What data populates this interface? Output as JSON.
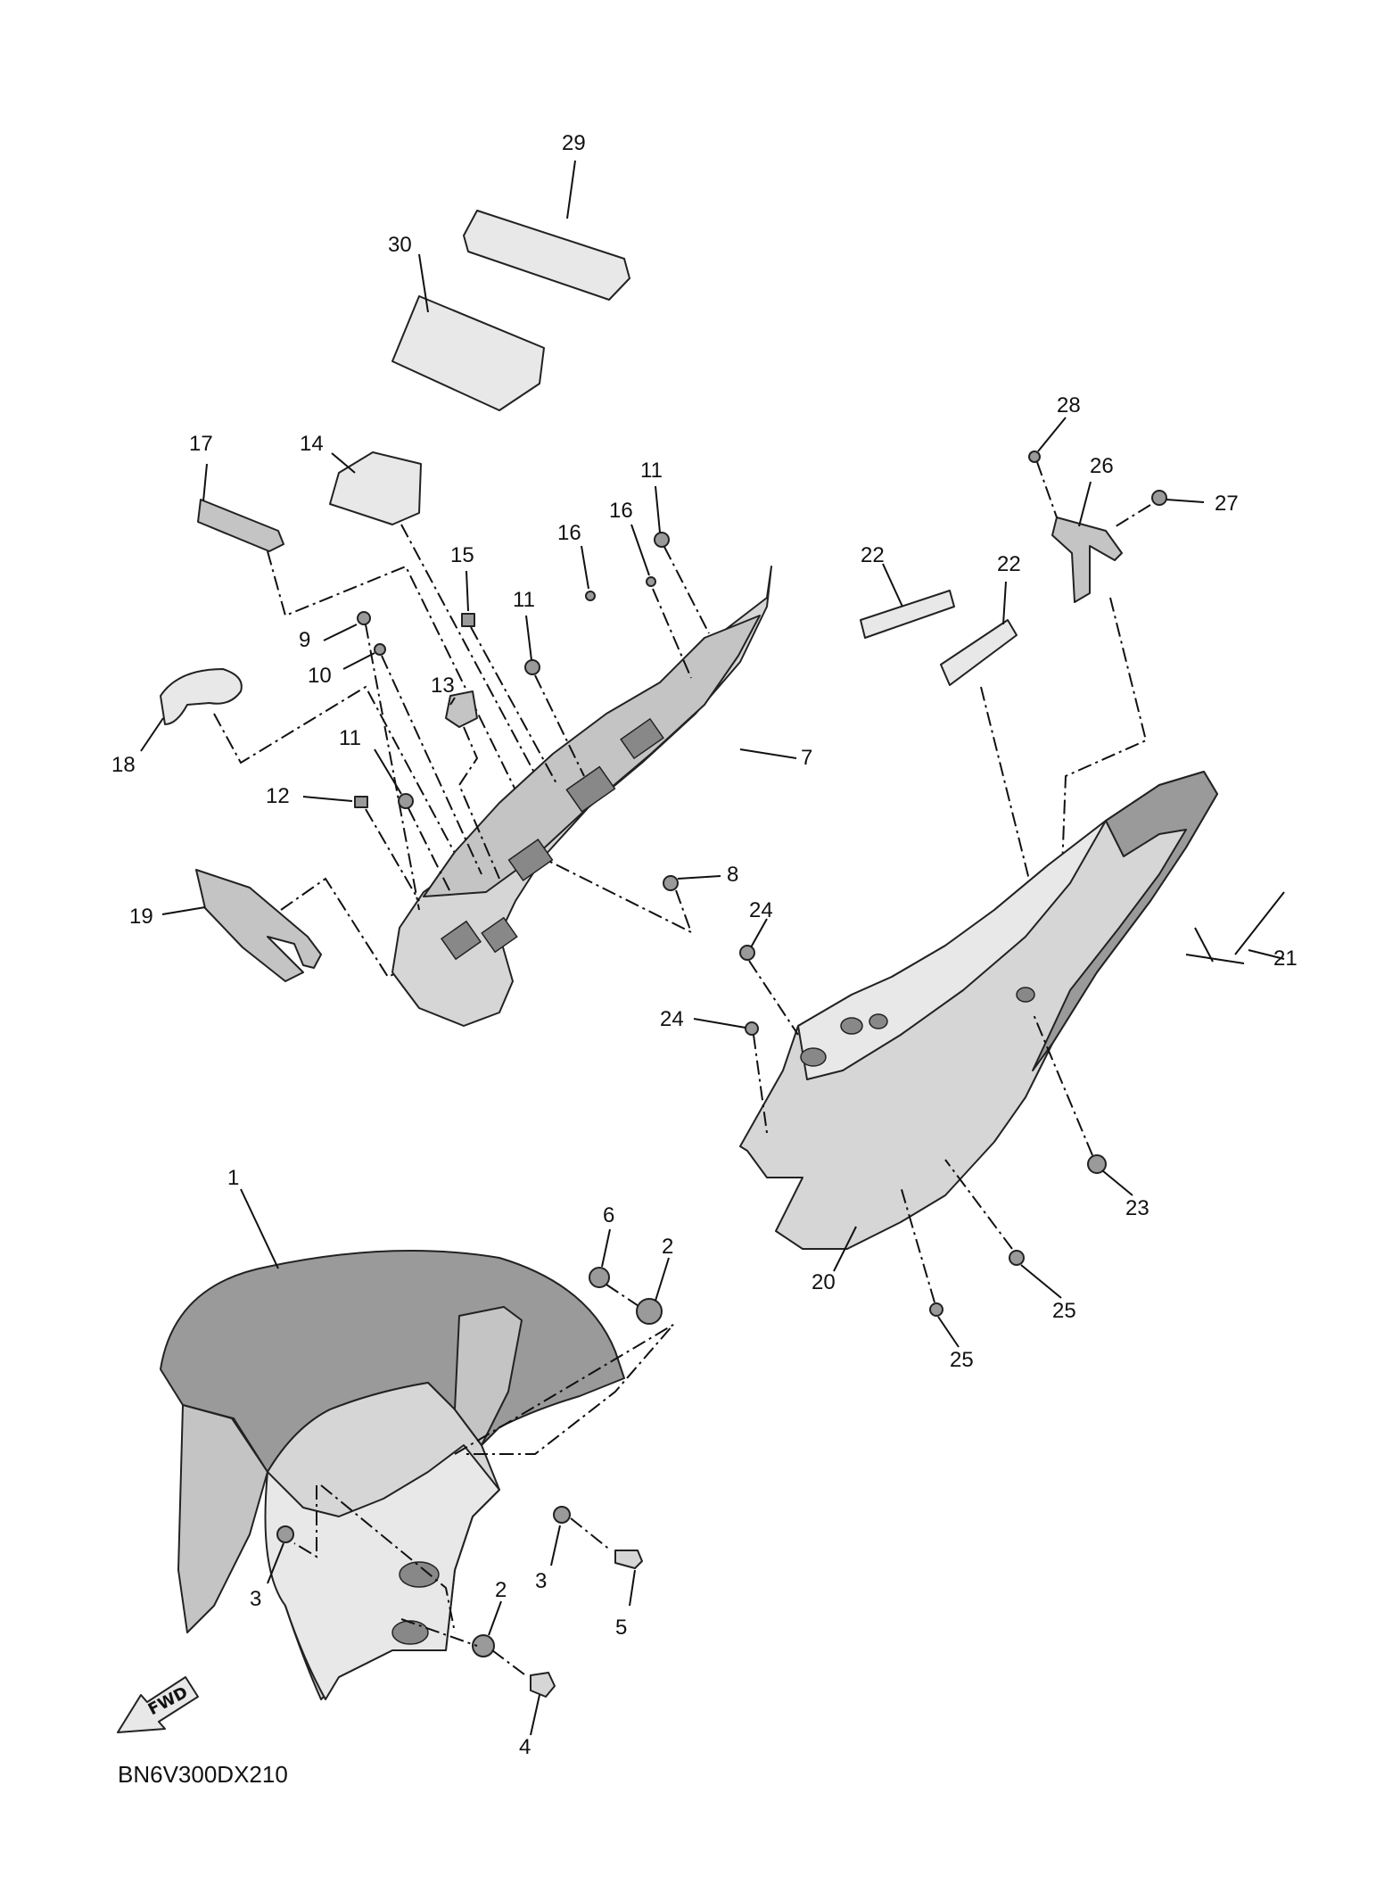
{
  "diagram_code": "BN6V300DX210",
  "fwd_label": "FWD",
  "callouts": {
    "c1": "1",
    "c2a": "2",
    "c2b": "2",
    "c3a": "3",
    "c3b": "3",
    "c4": "4",
    "c5": "5",
    "c6": "6",
    "c7": "7",
    "c8": "8",
    "c9": "9",
    "c10": "10",
    "c11a": "11",
    "c11b": "11",
    "c11c": "11",
    "c12": "12",
    "c13": "13",
    "c14": "14",
    "c15": "15",
    "c16a": "16",
    "c16b": "16",
    "c17": "17",
    "c18": "18",
    "c19": "19",
    "c20": "20",
    "c21": "21",
    "c22a": "22",
    "c22b": "22",
    "c23": "23",
    "c24a": "24",
    "c24b": "24",
    "c25a": "25",
    "c25b": "25",
    "c26": "26",
    "c27": "27",
    "c28": "28",
    "c29": "29",
    "c30": "30"
  }
}
